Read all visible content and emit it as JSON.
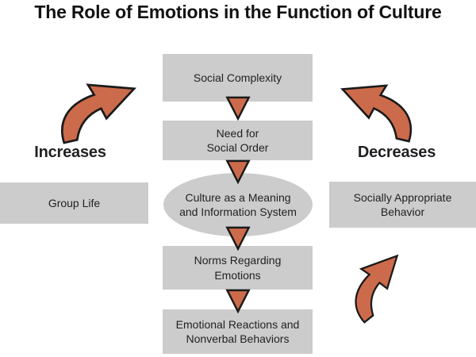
{
  "title": "The Role of Emotions in the Function of Culture",
  "colors": {
    "arrow_fill": "#CC6B4B",
    "arrow_outline": "#1A1A1A",
    "box_fill": "#CCCCCC",
    "body_text": "#1F2023",
    "title_text": "#121212",
    "background": "#FFFFFF"
  },
  "icons": {
    "increase_arrow": "curved-arrow-up-right",
    "decrease_arrow": "curved-arrow-up-left",
    "feedback_arrow": "curved-arrow-up-right",
    "flow_arrow": "triangle-down"
  },
  "left": {
    "label": "Increases",
    "box": "Group Life"
  },
  "right": {
    "label": "Decreases",
    "box": "Socially Appropriate\nBehavior"
  },
  "flow": {
    "step1": "Social Complexity",
    "step2": "Need for\nSocial Order",
    "step3": "Culture as a Meaning\nand Information System",
    "step4": "Norms Regarding\nEmotions",
    "step5": "Emotional Reactions and\nNonverbal Behaviors"
  }
}
